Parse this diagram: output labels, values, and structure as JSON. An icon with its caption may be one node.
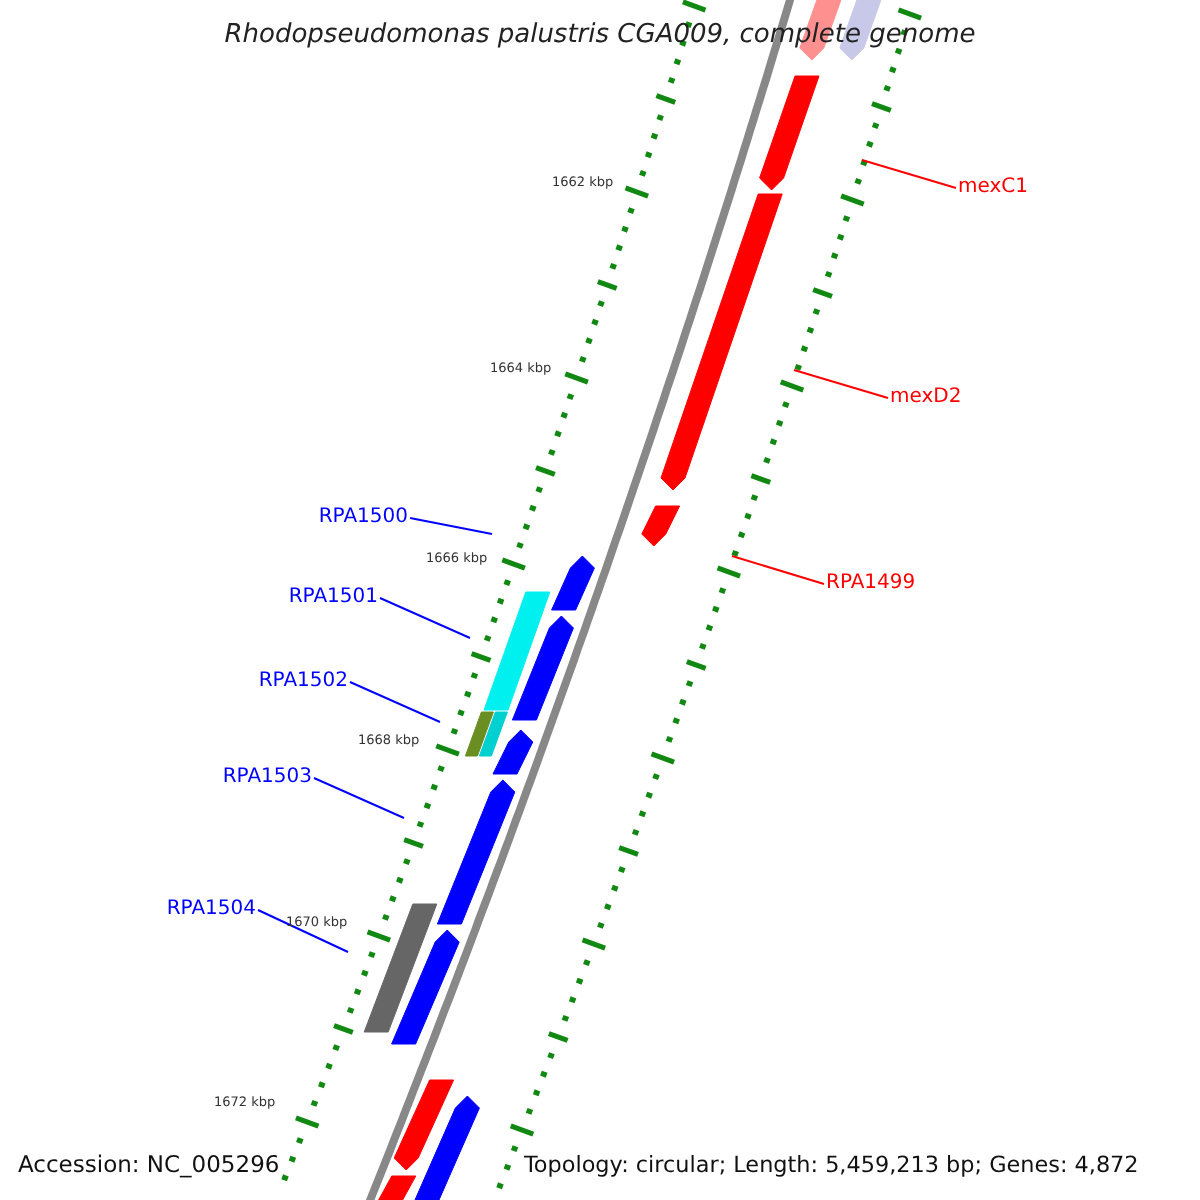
{
  "diagram": {
    "title": "Rhodopseudomonas palustris CGA009, complete genome",
    "nodes": [
      {
        "text": [
          "mexC1"
        ]
      },
      {
        "text": [
          "mexD2"
        ]
      },
      {
        "text": [
          "RPA1499"
        ]
      },
      {
        "text": [
          "RPA1500"
        ]
      },
      {
        "text": [
          "RPA1501"
        ]
      },
      {
        "text": [
          "RPA1502"
        ]
      },
      {
        "text": [
          "RPA1503"
        ]
      },
      {
        "text": [
          "RPA1504"
        ]
      }
    ],
    "edges": [
      {
        "from": 0,
        "to": null,
        "arrow": "none",
        "color": "#ff0000"
      },
      {
        "from": 1,
        "to": null,
        "arrow": "none",
        "color": "#ff0000"
      },
      {
        "from": 2,
        "to": null,
        "arrow": "none",
        "color": "#ff0000"
      },
      {
        "from": 3,
        "to": null,
        "arrow": "none"
      },
      {
        "from": 4,
        "to": null,
        "arrow": "none"
      },
      {
        "from": 5,
        "to": null,
        "arrow": "none"
      },
      {
        "from": 6,
        "to": null,
        "arrow": "none"
      },
      {
        "from": 7,
        "to": null,
        "arrow": "none"
      }
    ],
    "labels": [
      "1662 kbp",
      "1664 kbp",
      "1666 kbp",
      "1668 kbp",
      "1670 kbp",
      "1672 kbp",
      "Accession: NC_005296",
      "Topology: circular; Length: 5,459,213 bp; Genes: 4,872"
    ]
  }
}
